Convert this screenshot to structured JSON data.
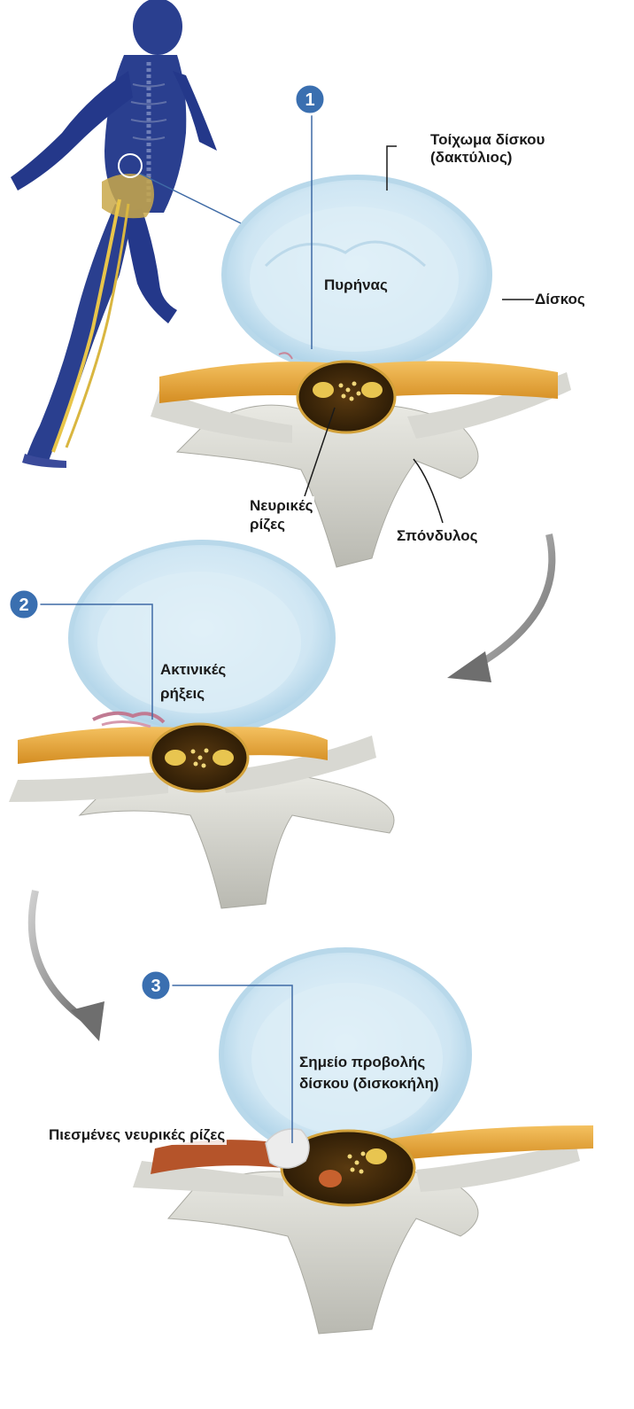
{
  "steps": [
    {
      "number": "1",
      "labels": {
        "annulus_line1": "Τοίχωμα δίσκου",
        "annulus_line2": "(δακτύλιος)",
        "disc": "Δίσκος",
        "nucleus": "Πυρήνας",
        "nerve_roots_line1": "Νευρικές",
        "nerve_roots_line2": "ρίζες",
        "vertebra": "Σπόνδυλος"
      }
    },
    {
      "number": "2",
      "labels": {
        "radial_tears_line1": "Ακτινικές",
        "radial_tears_line2": "ρήξεις"
      }
    },
    {
      "number": "3",
      "labels": {
        "herniation_line1": "Σημείο προβολής",
        "herniation_line2": "δίσκου (δισκοκήλη)",
        "compressed_roots": "Πιεσμένες νευρικές ρίζες"
      }
    }
  ],
  "colors": {
    "badge": "#3a6fb0",
    "disc": "#cfe6f3",
    "disc_edge": "#9ec9e2",
    "nerve": "#e8a83a",
    "bone": "#d4d4cc",
    "body_figure": "#2a3f8f",
    "herniation": "#e9e9e9",
    "inflamed_nerve": "#b5542a",
    "arrow": "#8a8a8a"
  }
}
